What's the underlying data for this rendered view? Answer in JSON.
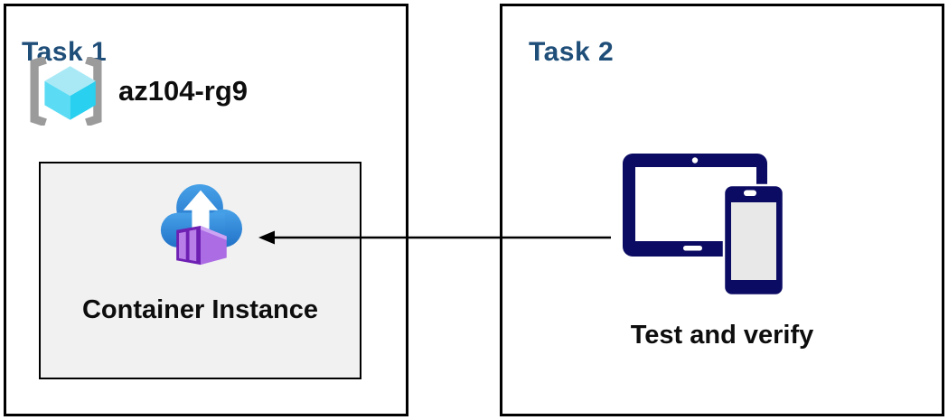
{
  "task1": {
    "title": "Task 1",
    "resource_group_name": "az104-rg9",
    "container_instance_label": "Container Instance"
  },
  "task2": {
    "title": "Task 2",
    "device_label": "Test and verify"
  },
  "connector": {
    "direction": "left",
    "from": "devices",
    "to": "container-instance"
  },
  "icons": {
    "resource_group": "resource-group-icon",
    "container_instance": "container-instance-cloud-icon",
    "devices": "tablet-phone-icon",
    "arrow": "left-arrow"
  },
  "colors": {
    "title_blue": "#1f4e79",
    "box_border": "#000000",
    "inner_box_bg": "#f1f1f1",
    "device_navy": "#0b0b63",
    "cloud_blue_top": "#47a1e8",
    "cloud_blue_bottom": "#2272c8",
    "container_purple_frame": "#6e20b3",
    "container_purple_side": "#ac6ce4",
    "container_purple_slat": "#b97fe9",
    "container_purple_top": "#cda4f3",
    "cube_cyan_top": "#a9e9f6",
    "cube_cyan_left": "#5bdcf4",
    "cube_cyan_right": "#2ad0ef",
    "bracket_gray": "#9b9b9b",
    "phone_screen_gray": "#e8e8e8"
  }
}
